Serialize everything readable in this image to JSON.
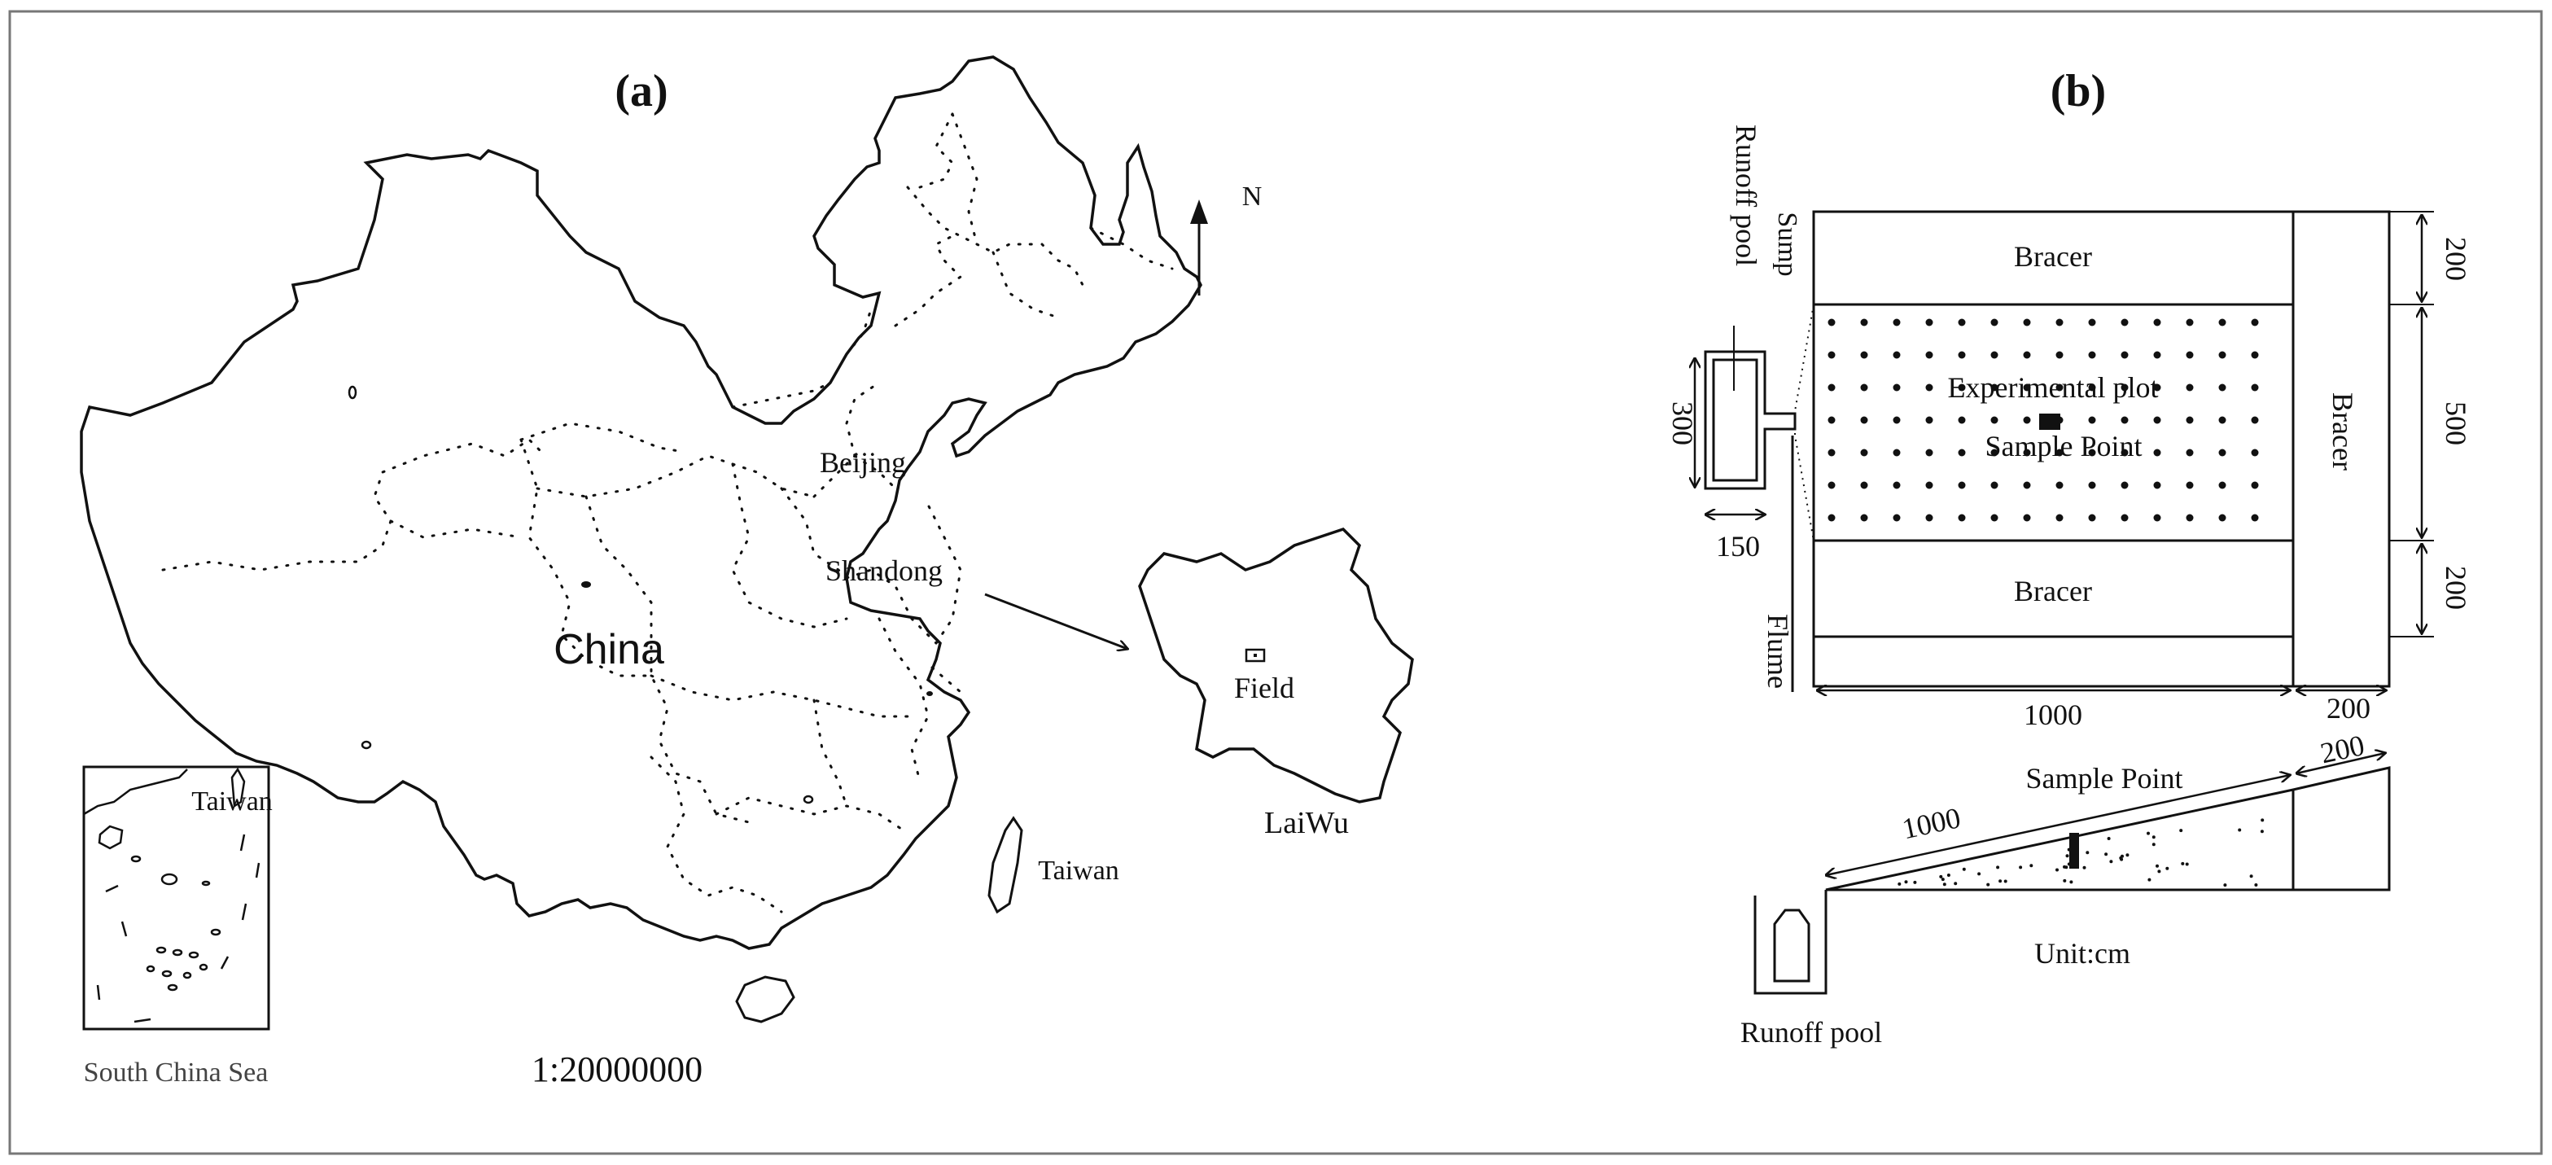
{
  "panel_a": {
    "label": "(a)",
    "north": "N",
    "country": "China",
    "beijing": "Beijing",
    "shandong": "Shandong",
    "taiwan": "Taiwan",
    "inset_taiwan": "Taiwan",
    "inset_caption": "South China Sea",
    "scale": "1:20000000",
    "field": "Field",
    "laiwu": "LaiWu"
  },
  "panel_b": {
    "label": "(b)",
    "runoff_pool": "Runoff pool",
    "sump": "Sump",
    "bracer_top": "Bracer",
    "bracer_bottom": "Bracer",
    "bracer_right": "Bracer",
    "experimental_plot": "Experimental plot",
    "sample_point": "Sample Point",
    "flume": "Flume",
    "dim_300": "300",
    "dim_150": "150",
    "dim_1000_plan": "1000",
    "dim_200_plan_right": "200",
    "dim_200_top": "200",
    "dim_500": "500",
    "dim_200_bottom": "200",
    "section_sample_point": "Sample Point",
    "section_1000": "1000",
    "section_200": "200",
    "unit": "Unit:cm",
    "section_runoff_pool": "Runoff pool"
  }
}
